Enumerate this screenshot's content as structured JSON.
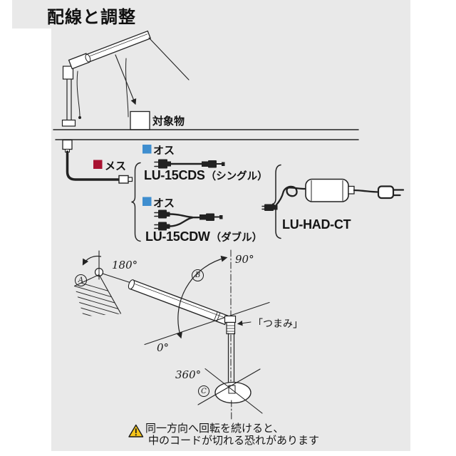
{
  "title": "配線と調整",
  "top_diagram": {
    "target_label": "対象物"
  },
  "wiring": {
    "female": {
      "label": "メス",
      "color": "#a81231"
    },
    "male1": {
      "label": "オス",
      "color": "#3f8ecf"
    },
    "male2": {
      "label": "オス",
      "color": "#3f8ecf"
    },
    "single": {
      "model": "LU-15CDS",
      "variant": "（シングル）"
    },
    "double": {
      "model": "LU-15CDW",
      "variant": "（ダブル）"
    },
    "adapter": {
      "model": "LU-HAD-CT"
    }
  },
  "rotation": {
    "a": "A",
    "b": "B",
    "c": "C",
    "head_angle": "180°",
    "arm_up": "90°",
    "arm_down": "0°",
    "base_angle": "360°",
    "knob": "「つまみ」"
  },
  "warning": {
    "line1": "同一方向へ回転を続けると、",
    "line2": "中のコードが切れる恐れがあります",
    "color": "#f5c51c"
  }
}
